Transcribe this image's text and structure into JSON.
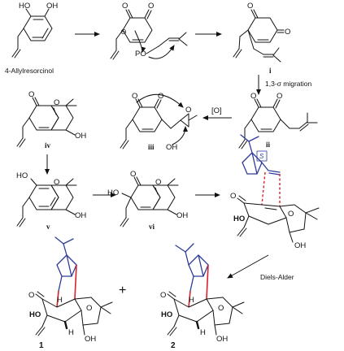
{
  "compounds": {
    "start_name": "4-Allylresorcinol",
    "i": "i",
    "ii": "ii",
    "iii": "iii",
    "iv": "iv",
    "v": "v",
    "vi": "vi",
    "p1": "1",
    "p2": "2"
  },
  "arrows": {
    "migration": "1,3-σ  migration",
    "oxidation": "[O]",
    "diels_alder": "Diels-Alder"
  },
  "atoms": {
    "HO": "HO",
    "OH": "OH",
    "O": "O",
    "PO": "PO",
    "minus": "⊖",
    "H": "H",
    "S": "S"
  },
  "plus": "+"
}
